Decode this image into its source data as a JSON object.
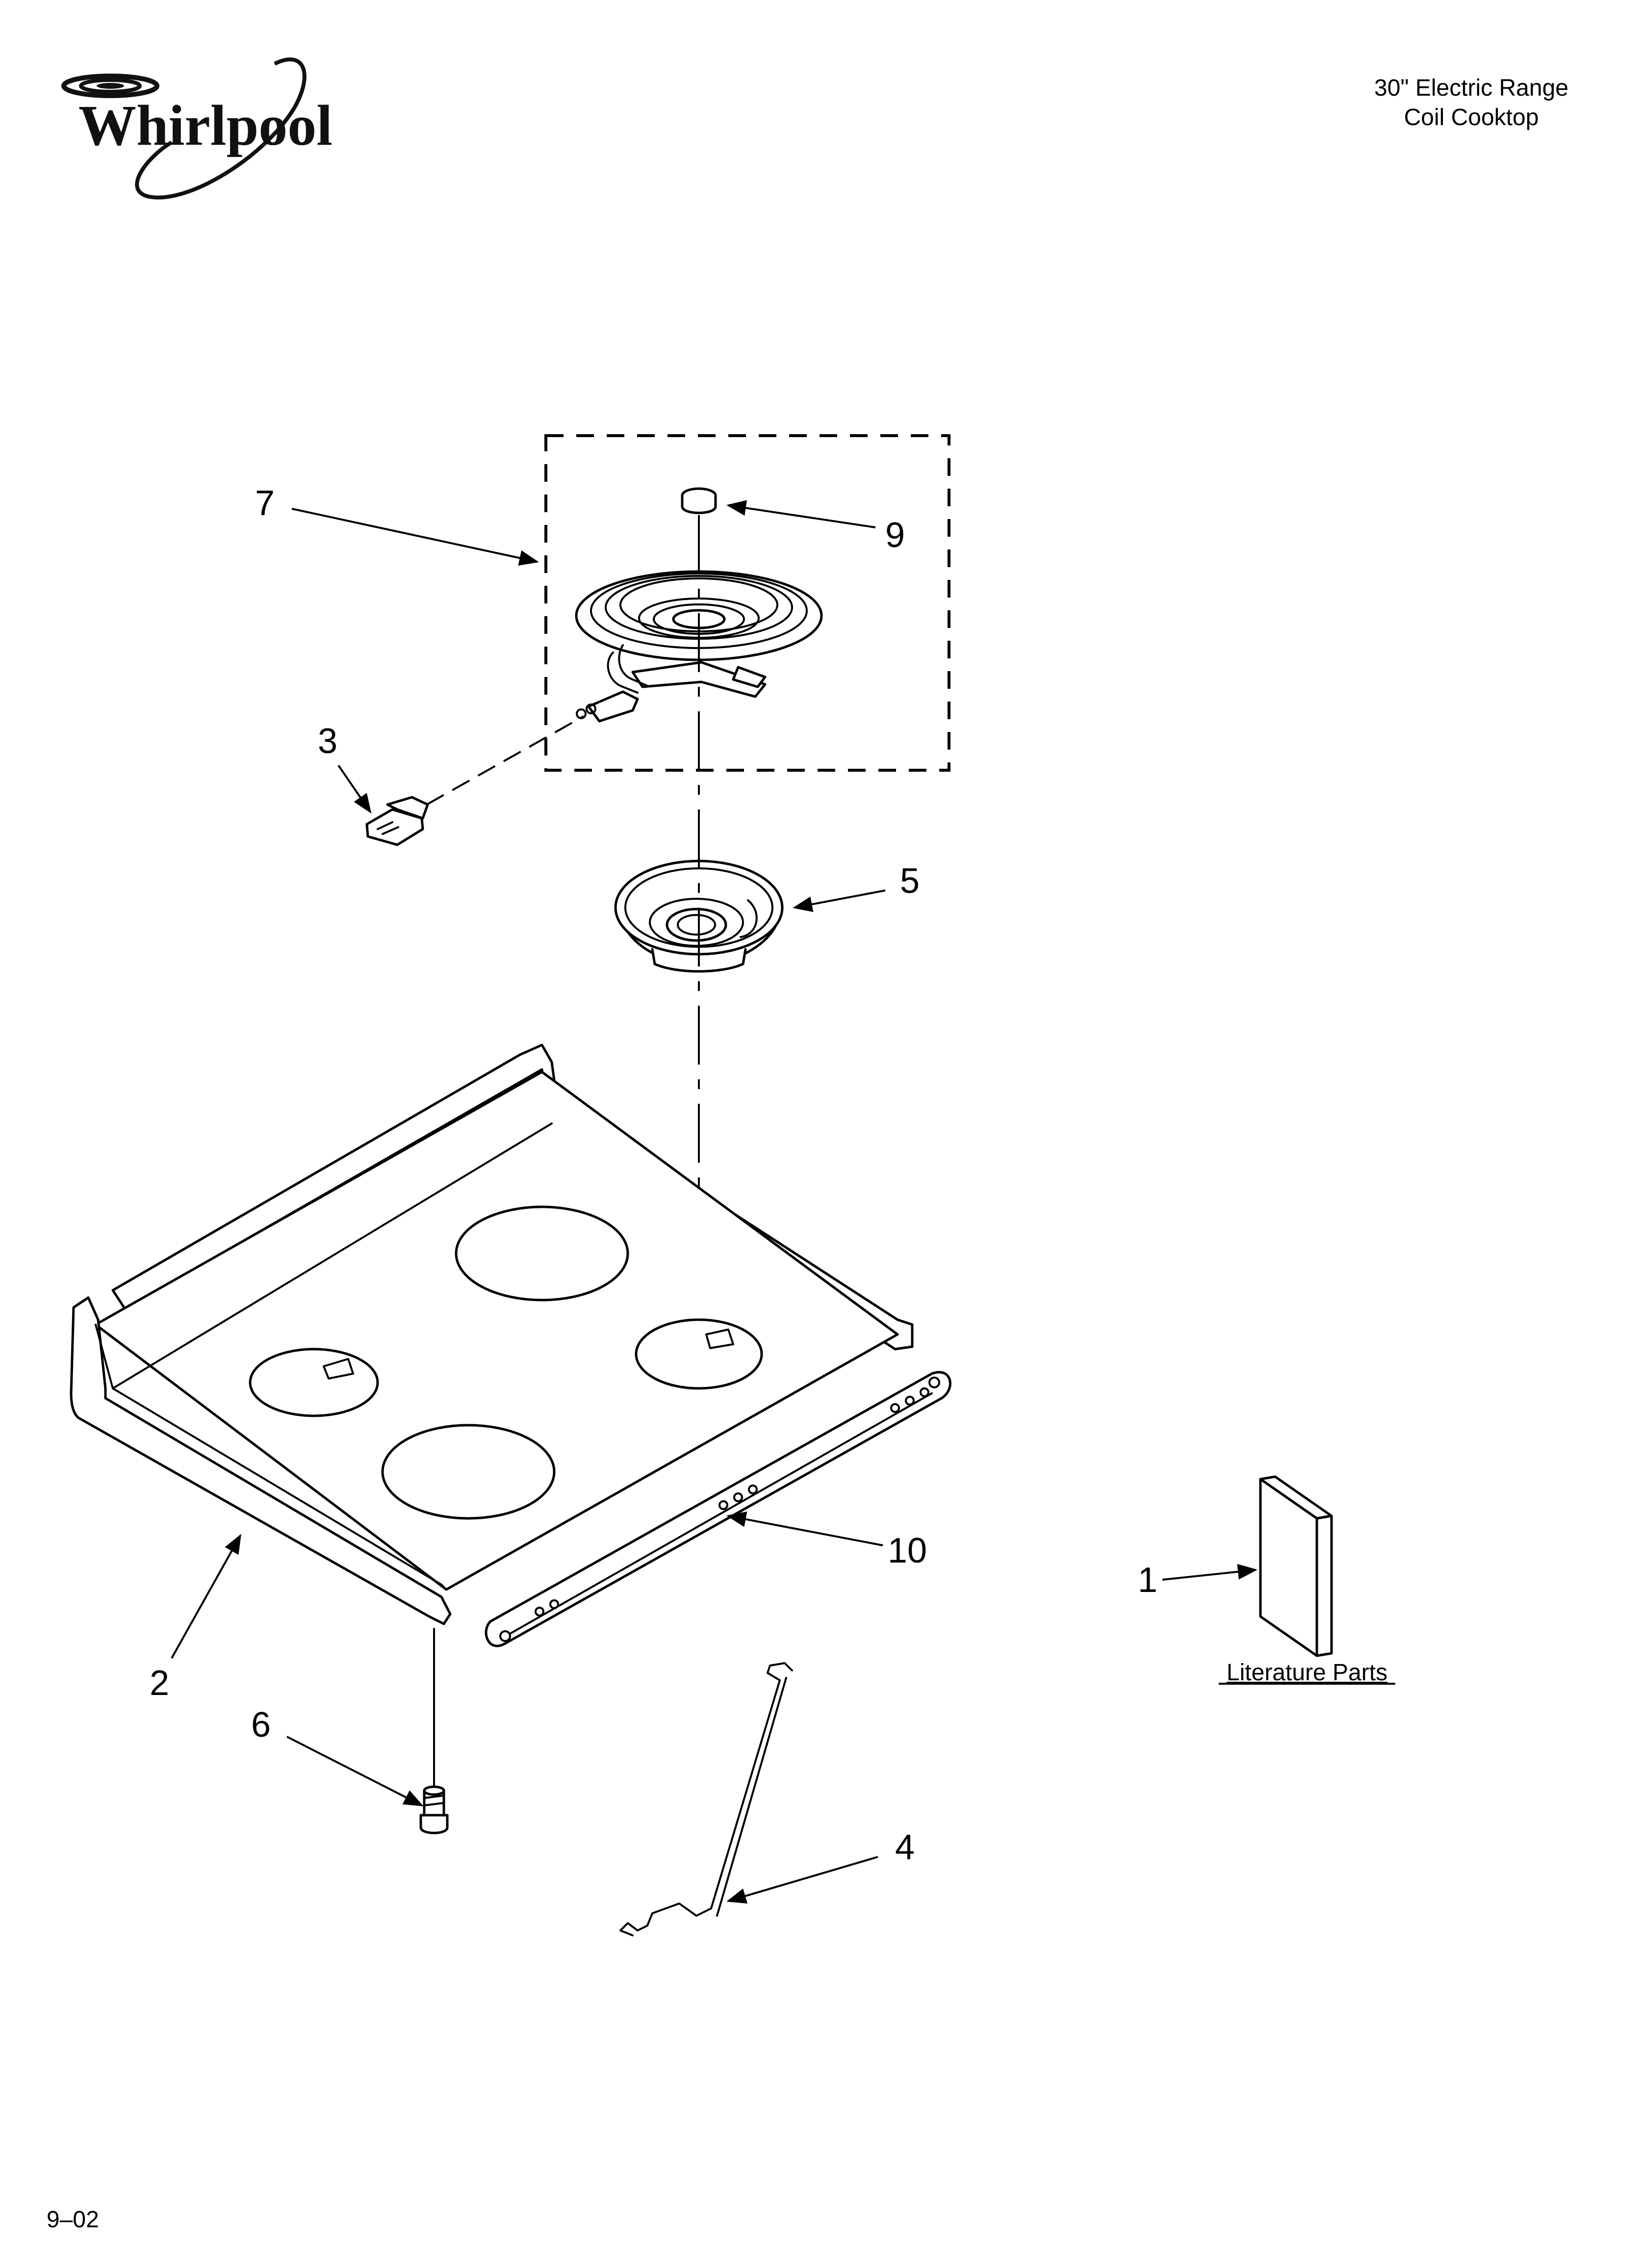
{
  "brand": {
    "logo_text": "Whirlpool"
  },
  "header": {
    "title_line1": "30\" Electric Range",
    "title_line2": "Coil Cooktop"
  },
  "callouts": {
    "c1": "1",
    "c2": "2",
    "c3": "3",
    "c4": "4",
    "c5": "5",
    "c6": "6",
    "c7": "7",
    "c9": "9",
    "c10": "10"
  },
  "literature": {
    "label": "Literature Parts"
  },
  "footer": {
    "code": "9–02"
  },
  "colors": {
    "ink": "#000000",
    "paper": "#ffffff"
  }
}
